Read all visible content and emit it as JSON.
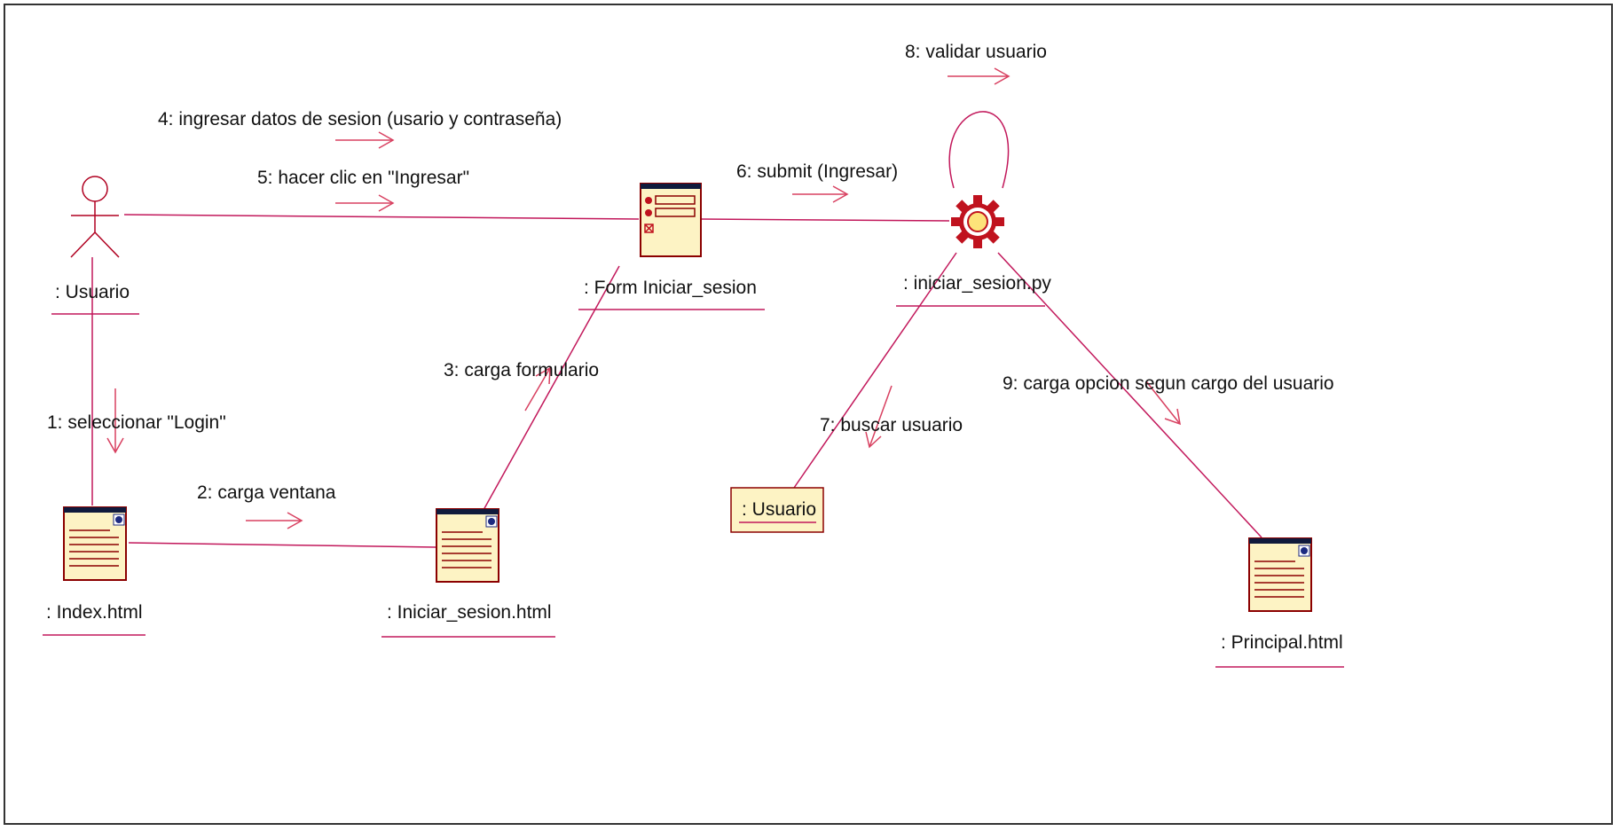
{
  "diagram": {
    "type": "UML collaboration diagram",
    "objects": {
      "actor_usuario": ": Usuario",
      "form_iniciar_sesion": ": Form Iniciar_sesion",
      "iniciar_sesion_py": ": iniciar_sesion.py",
      "index_html": ": Index.html",
      "iniciar_sesion_html": ": Iniciar_sesion.html",
      "entity_usuario": ": Usuario",
      "principal_html": ": Principal.html"
    },
    "messages": {
      "m1": "1: seleccionar \"Login\"",
      "m2": "2: carga ventana",
      "m3": "3: carga formulario",
      "m4": "4: ingresar datos de sesion (usario y contraseña)",
      "m5": "5: hacer clic en \"Ingresar\"",
      "m6": "6: submit (Ingresar)",
      "m7": "7: buscar usuario",
      "m8": "8: validar usuario",
      "m9": "9: carga opcion segun cargo del usuario"
    },
    "colors": {
      "link": "#c2185b",
      "arrow": "#d84060",
      "object_fill": "#fdf3c4",
      "object_stroke": "#8b0000",
      "page_header": "#101a3c",
      "page_dot": "#1c2a80",
      "gear": "#c0121e",
      "text": "#111111",
      "frame": "#333333"
    }
  }
}
